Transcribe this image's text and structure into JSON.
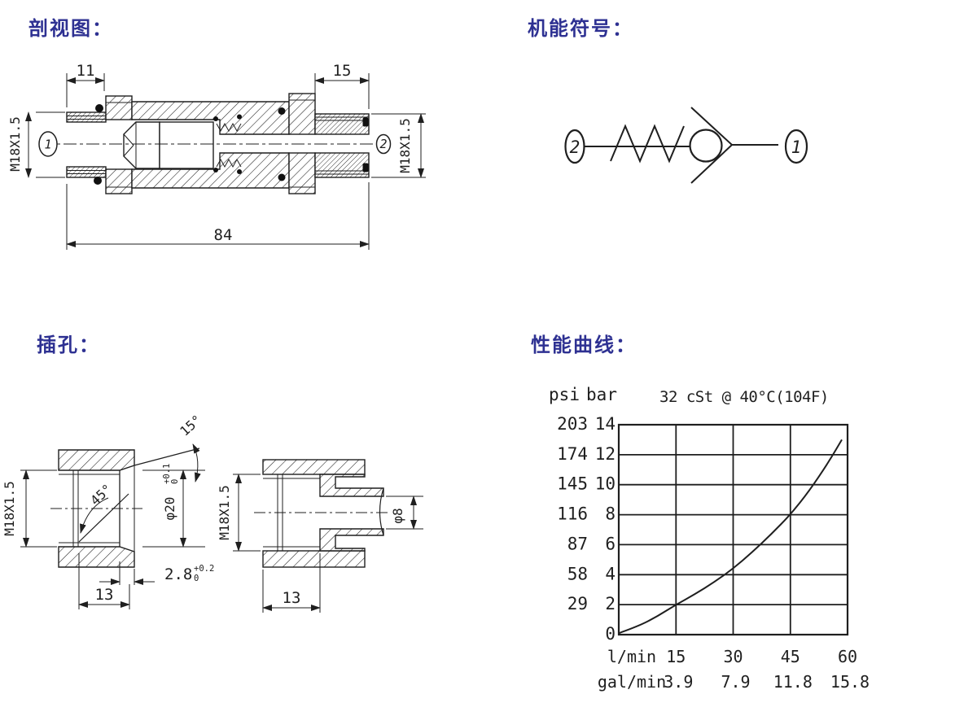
{
  "page": {
    "background": "#ffffff",
    "line_color": "#1f1f1f",
    "accent_color": "#2e3192"
  },
  "sections": {
    "section_view": {
      "title": "剖视图：",
      "dim_11": "11",
      "dim_15": "15",
      "dim_84": "84",
      "thread_left": "M18X1.5",
      "thread_right": "M18X1.5",
      "port_left": "1",
      "port_right": "2"
    },
    "symbol": {
      "title": "机能符号：",
      "port_left": "2",
      "port_right": "1"
    },
    "cavity": {
      "title": "插孔：",
      "left_view": {
        "thread": "M18X1.5",
        "chamfer_angle": "45°",
        "seat_angle": "15°",
        "bore_dia": "φ20",
        "bore_tol_upper": "+0.1",
        "bore_tol_lower": "0",
        "seat_depth": "2.8",
        "seat_tol_upper": "+0.2",
        "seat_tol_lower": "0",
        "thread_depth": "13"
      },
      "right_view": {
        "thread": "M18X1.5",
        "hole_dia": "φ8",
        "thread_depth": "13"
      }
    },
    "performance": {
      "title": "性能曲线："
    }
  },
  "chart_data": {
    "type": "line",
    "title": "32 cSt @ 40°C(104F)",
    "y_axis": {
      "left_label": "psi",
      "left_ticks": [
        203,
        174,
        145,
        116,
        87,
        58,
        29
      ],
      "right_label": "bar",
      "right_ticks": [
        14,
        12,
        10,
        8,
        6,
        4,
        2,
        0
      ],
      "range_bar": [
        0,
        14
      ]
    },
    "x_axis": {
      "label_primary": "l/min",
      "ticks_primary": [
        15,
        30,
        45,
        60
      ],
      "label_secondary": "gal/min",
      "ticks_secondary": [
        "3.9",
        "7.9",
        "11.8",
        "15.8"
      ],
      "range_lmin": [
        0,
        60
      ]
    },
    "grid": true,
    "legend": "none",
    "curve_points_lmin_bar": [
      [
        0,
        0.1
      ],
      [
        5,
        0.55
      ],
      [
        10,
        1.2
      ],
      [
        15,
        2.0
      ],
      [
        20,
        2.7
      ],
      [
        25,
        3.5
      ],
      [
        30,
        4.4
      ],
      [
        35,
        5.5
      ],
      [
        40,
        6.7
      ],
      [
        45,
        8.0
      ],
      [
        50,
        9.6
      ],
      [
        55,
        11.5
      ],
      [
        58.5,
        13.0
      ]
    ]
  }
}
